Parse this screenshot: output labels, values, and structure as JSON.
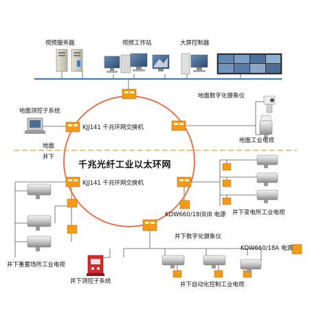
{
  "labels": {
    "video_server": "视频服务器",
    "video_workstation": "视频工作站",
    "bigscreen_controller": "大屏控制器",
    "surface_digital_camera": "地面数字化摄象仪",
    "surface_industrial_tv": "地面工业电视",
    "surface_monitor_system": "地面测控子系统",
    "switch_surface": "KJJ141 千兆环网交换机",
    "switch_underground": "KJJ141 千兆环网交换机",
    "ground": "地面",
    "underground": "井下",
    "ring_name": "千兆光纤工业以太环网",
    "power_b": "KDW660/18(B)B 电源",
    "substation_tv": "井下变电所工业电视",
    "underground_digital_camera": "井下数字化摄象仪",
    "power_a": "KDW660/18A 电源",
    "key_area_tv": "井下重要场所工业电视",
    "underground_monitor_system": "井下测控子系统",
    "automation_tv": "井下自动化控制工业电视"
  },
  "colors": {
    "ring": "#e8734a",
    "bus": "#3a7dc8",
    "divider": "#f0a020",
    "switch": "#f29a1a",
    "line": "#555555"
  }
}
